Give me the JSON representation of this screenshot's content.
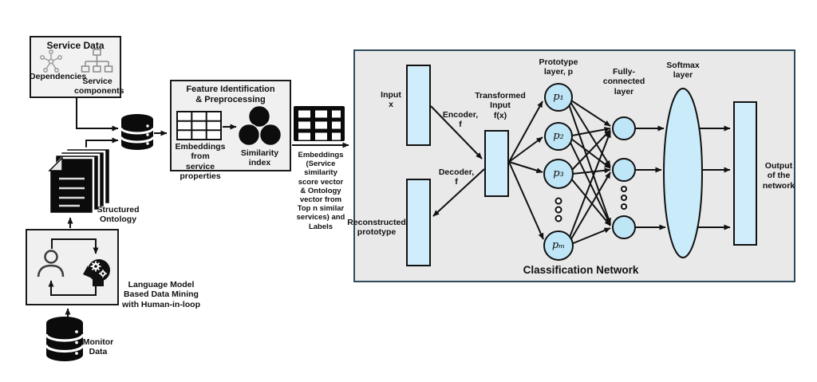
{
  "diagram": {
    "service_data": {
      "title": "Service Data",
      "dependencies": "Dependencies",
      "components": "Service\ncomponents"
    },
    "structured_ontology": "Structured\nOntology",
    "feature_box": {
      "title": "Feature Identification\n& Preprocessing",
      "embeddings": "Embeddings\nfrom\nservice properties",
      "similarity": "Similarity index"
    },
    "embeddings_output": "Embeddings\n(Service\nsimilarity\nscore vector\n& Ontology\nvector from\nTop n similar\nservices) and\nLabels",
    "language_model": "Language Model\nBased Data Mining\nwith Human-in-loop",
    "monitor_data": "Monitor\nData",
    "network": {
      "title": "Classification Network",
      "input": "Input\nx",
      "encoder": "Encoder,\nf",
      "decoder": "Decoder,\nf",
      "transformed": "Transformed\nInput\nf(x)",
      "reconstructed": "Reconstructed\nprototype",
      "prototype_layer": "Prototype\nlayer, p",
      "prototypes": [
        "p₁",
        "p₂",
        "p₃",
        "pₘ"
      ],
      "fully_connected": "Fully-\nconnected\nlayer",
      "softmax": "Softmax\nlayer",
      "output": "Output\nof the\nnetwork"
    },
    "colors": {
      "node_fill": "#cdeafa",
      "network_bg": "#e9e9e9",
      "panel_bg": "#f2f2f2",
      "network_border": "#2e4a5a",
      "line": "#111111"
    }
  }
}
